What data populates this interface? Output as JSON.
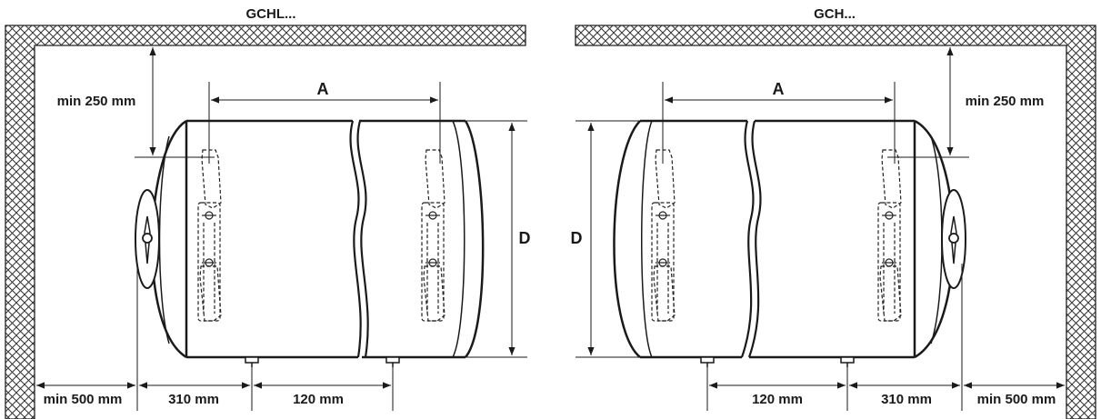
{
  "left": {
    "title": "GCHL...",
    "clearance_top": "min 250 mm",
    "dim_a": "A",
    "dim_d": "D",
    "clearance_side": "min 500 mm",
    "pipe_offset": "310 mm",
    "pipe_spacing": "120 mm"
  },
  "right": {
    "title": "GCH...",
    "clearance_top": "min 250 mm",
    "dim_a": "A",
    "dim_d": "D",
    "clearance_side": "min 500 mm",
    "pipe_offset": "310 mm",
    "pipe_spacing": "120 mm"
  }
}
